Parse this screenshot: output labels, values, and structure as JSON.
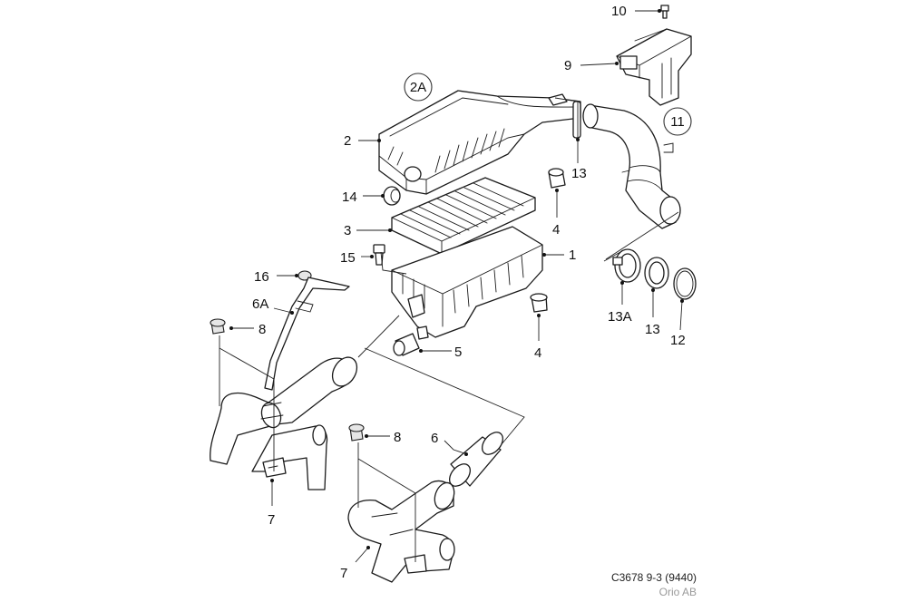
{
  "labels": {
    "p1": "1",
    "p2": "2",
    "p2a": "2A",
    "p3": "3",
    "p4a": "4",
    "p4b": "4",
    "p5": "5",
    "p6": "6",
    "p6a": "6A",
    "p7a": "7",
    "p7b": "7",
    "p8a": "8",
    "p8b": "8",
    "p9": "9",
    "p10": "10",
    "p11": "11",
    "p12": "12",
    "p13a": "13",
    "p13b": "13",
    "p13c": "13A",
    "p14": "14",
    "p15": "15",
    "p16": "16"
  },
  "footer": {
    "code": "C3678 9-3 (9440)",
    "copyright": "Orio AB"
  }
}
